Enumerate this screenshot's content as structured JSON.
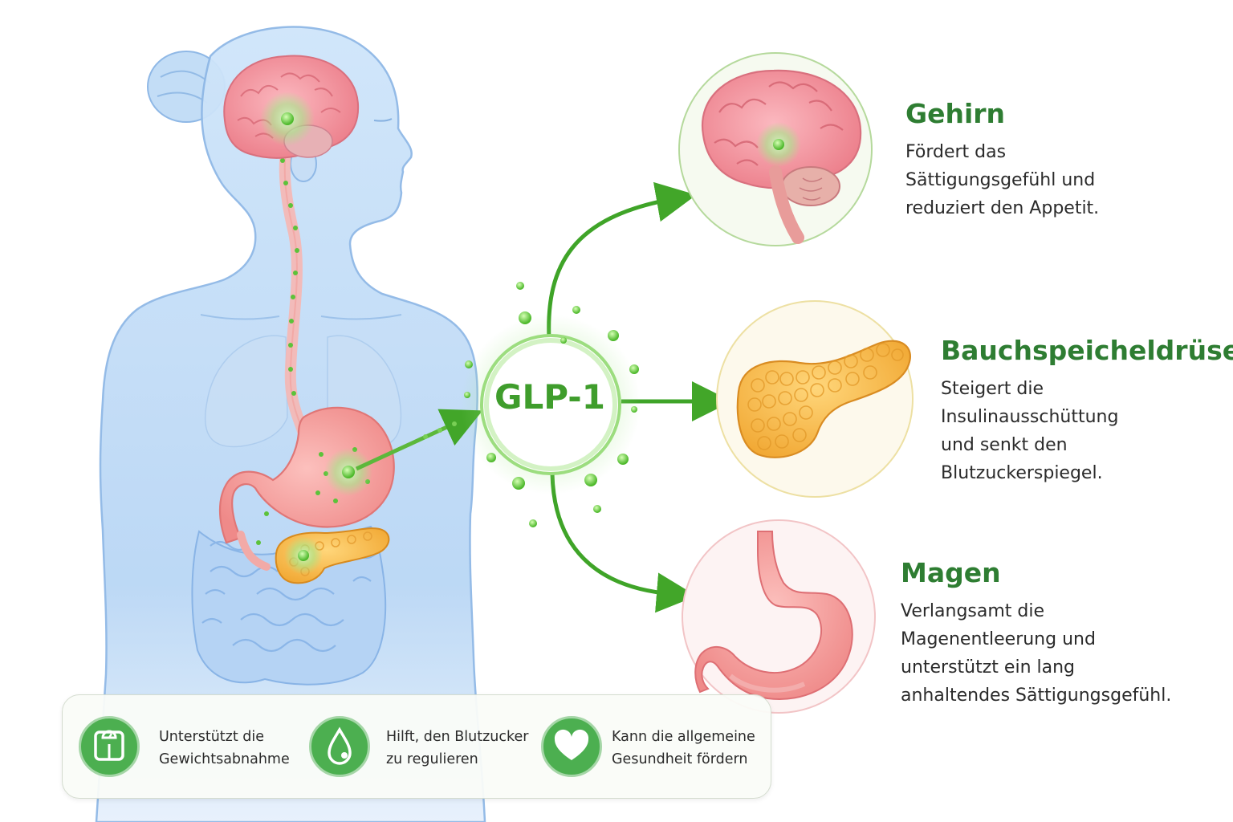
{
  "hormone": {
    "label": "GLP-1"
  },
  "organs": [
    {
      "id": "brain",
      "title": "Gehirn",
      "description": [
        "Fördert das",
        "Sättigungsgefühl und",
        "reduziert den Appetit."
      ]
    },
    {
      "id": "pancreas",
      "title": "Bauchspeicheldrüse",
      "description": [
        "Steigert die",
        "Insulinausschüttung",
        "und senkt den",
        "Blutzuckerspiegel."
      ]
    },
    {
      "id": "stomach",
      "title": "Magen",
      "description": [
        "Verlangsamt die",
        "Magenentleerung und",
        "unterstützt ein lang",
        "anhaltendes Sättigungsgefühl."
      ]
    }
  ],
  "benefits": [
    {
      "icon": "scale-icon",
      "text": [
        "Unterstützt die",
        "Gewichtsabnahme"
      ]
    },
    {
      "icon": "drop-icon",
      "text": [
        "Hilft, den Blutzucker",
        "zu regulieren"
      ]
    },
    {
      "icon": "heart-icon",
      "text": [
        "Kann die allgemeine",
        "Gesundheit fördern"
      ]
    }
  ],
  "colors": {
    "accent_green": "#2e7d32",
    "arrow_green": "#4caf50",
    "body_blue": "#bcd9f5",
    "organ_pink": "#f49aa0",
    "pancreas_orange": "#f6b640"
  }
}
